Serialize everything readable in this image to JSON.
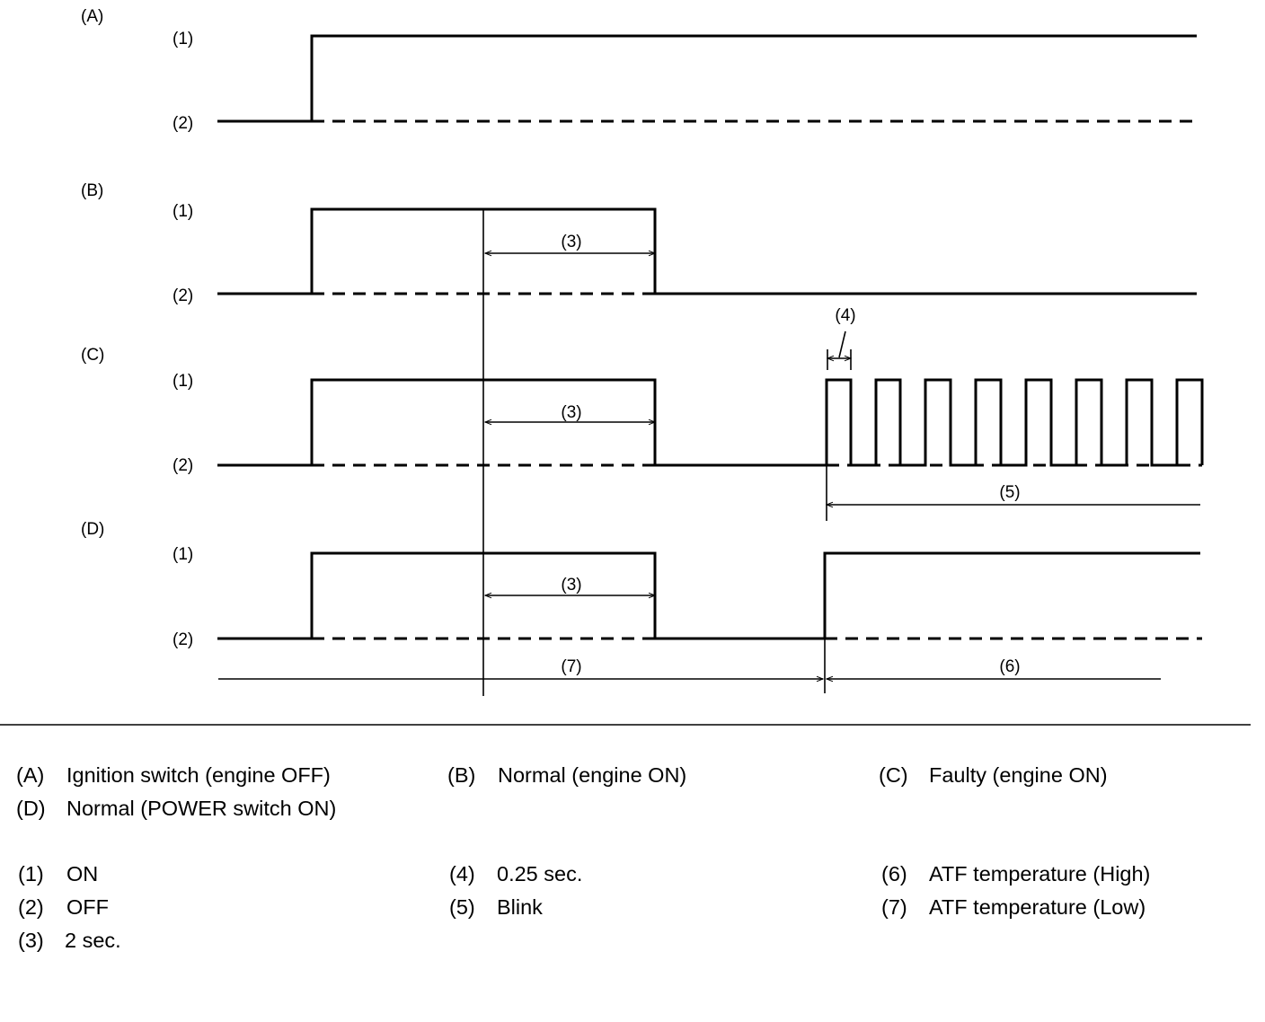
{
  "panels": [
    {
      "key": "A",
      "letter": "(A)",
      "on_label": "(1)",
      "off_label": "(2)"
    },
    {
      "key": "B",
      "letter": "(B)",
      "on_label": "(1)",
      "off_label": "(2)",
      "dim_label": "(3)"
    },
    {
      "key": "C",
      "letter": "(C)",
      "on_label": "(1)",
      "off_label": "(2)",
      "dim_label": "(3)",
      "pulse_label": "(4)",
      "blink_label": "(5)"
    },
    {
      "key": "D",
      "letter": "(D)",
      "on_label": "(1)",
      "off_label": "(2)",
      "dim_label": "(3)",
      "low_label": "(7)",
      "high_label": "(6)"
    }
  ],
  "legend": {
    "panels": [
      {
        "key": "(A)",
        "text": "Ignition switch (engine OFF)"
      },
      {
        "key": "(B)",
        "text": "Normal (engine ON)"
      },
      {
        "key": "(C)",
        "text": "Faulty (engine ON)"
      },
      {
        "key": "(D)",
        "text": "Normal (POWER switch ON)"
      }
    ],
    "items": [
      {
        "key": "(1)",
        "text": "ON"
      },
      {
        "key": "(2)",
        "text": "OFF"
      },
      {
        "key": "(3)",
        "text": "2 sec."
      },
      {
        "key": "(4)",
        "text": "0.25 sec."
      },
      {
        "key": "(5)",
        "text": "Blink"
      },
      {
        "key": "(6)",
        "text": "ATF temperature (High)"
      },
      {
        "key": "(7)",
        "text": "ATF temperature (Low)"
      }
    ]
  }
}
